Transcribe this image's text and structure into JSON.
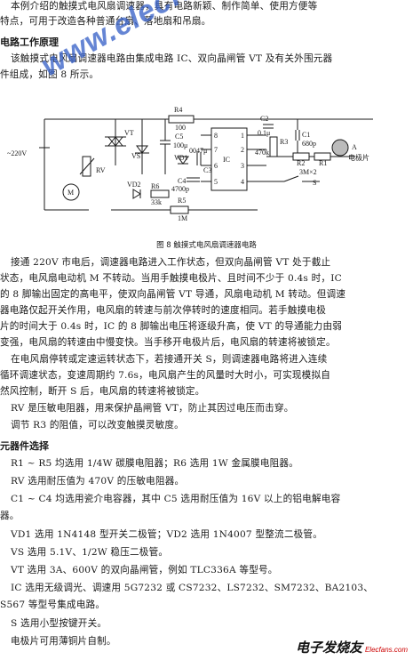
{
  "watermark": "www.elecfans.com",
  "intro": [
    "本例介绍的触摸式电风扇调速器，具有电路新颖、制作简单、使用方便等",
    "特点，可用于改造各种普通台扇、落地扇和吊扇。"
  ],
  "section1": "电路工作原理",
  "principle": [
    "该触摸式电风扇调速器电路由集成电路 IC、双向晶闸管 VT 及有关外围元器",
    "件组成，如图 8 所示。"
  ],
  "circuit": {
    "labels": {
      "r4": "R4",
      "r4v": "100",
      "c2": "C2",
      "c2v": "0.1μ",
      "c1": "C1",
      "c1v": "680p",
      "ac": "~220V",
      "vt": "VT",
      "vs": "VS",
      "c5": "C5",
      "c5v": "100μ",
      "vd1": "VD1",
      "c3v": "0047μ",
      "c3": "C3",
      "c4": "C4",
      "c4v": "4700p",
      "ic": "IC",
      "r3": "R3",
      "r3v": "470k",
      "r2": "R2",
      "r1": "R1",
      "r12v": "3M×2",
      "a": "A",
      "elec": "电极片",
      "rv": "RV",
      "vd2": "VD2",
      "r6": "R6",
      "r6v": "33k",
      "r5": "R5",
      "r5v": "1M",
      "m": "M",
      "s": "S",
      "p8": "8",
      "p7": "7",
      "p6": "6",
      "p5": "5",
      "p1": "1",
      "p2": "2",
      "p3": "3",
      "p4": "4"
    }
  },
  "caption": "图 8   触摸式电风扇调速器电路",
  "body": [
    "接通 220V 市电后，调速器电路进入工作状态，但双向晶闸管 VT 处于截止",
    "状态，电风扇电动机 M 不转动。当用手触摸电极片、且时间不少于 0.4s 时，IC",
    "的 8 脚输出固定的高电平，使双向晶闸管 VT 导通，风扇电动机 M 转动。但调速",
    "器电路仅起开关作用，电风扇的转速与前次停转时的速度相同。若手触摸电极",
    "片的时间大于 0.4s 时，IC 的 8 脚输出电压将逐级升高，使 VT 的导通能力由弱",
    "变强，电风扇的转速由中慢变快。当手移开电极片后，电风扇的转速将被锁定。",
    "在电风扇停转或定速运转状态下，若接通开关 S，则调速器电路将进入连续",
    "循环调速状态，变速周期约 7.6s，电风扇产生的风量时大时小，可实现模拟自",
    "然风控制，断开 S 后，电风扇的转速将被锁定。",
    "RV 是压敏电阻器，用来保护晶闸管 VT，防止其因过电压而击穿。",
    "调节 R3 的阻值，可以改变触摸灵敏度。"
  ],
  "section2": "元器件选择",
  "parts": [
    "R1 ~ R5 均选用 1/4W 碳膜电阻器；R6 选用 1W 金属膜电阻器。",
    "RV 选用耐压值为 470V 的压敏电阻器。",
    "C1 ~ C4 均选用瓷介电容器，其中 C5 选用耐压值为 16V 以上的铝电解电容",
    "器。",
    "VD1 选用 1N4148 型开关二极管；VD2 选用 1N4007 型整流二极管。",
    "VS 选用 5.1V、1/2W 稳压二极管。",
    "VT 选用 3A、600V 的双向晶闸管，例如 TLC336A 等型号。",
    "IC 选用无级调光、调速用 5G7232 或 CS7232、LS7232、SM7232、BA2103、",
    "S567 等型号集成电路。",
    "S 选用小型按键开关。",
    "电极片可用薄铜片自制。"
  ],
  "logo": {
    "cn": "电子发烧友",
    "en": "Elecfans.com"
  }
}
